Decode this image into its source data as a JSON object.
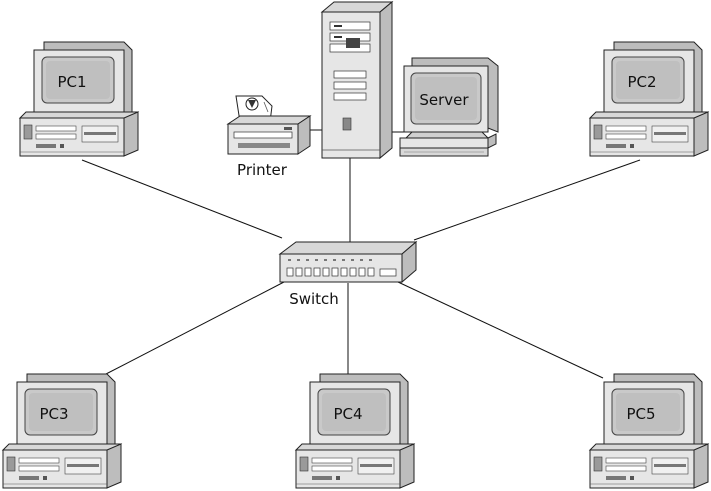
{
  "diagram": {
    "nodes": {
      "pc1": {
        "label": "PC1",
        "kind": "desktop-computer"
      },
      "pc2": {
        "label": "PC2",
        "kind": "desktop-computer"
      },
      "pc3": {
        "label": "PC3",
        "kind": "desktop-computer"
      },
      "pc4": {
        "label": "PC4",
        "kind": "desktop-computer"
      },
      "pc5": {
        "label": "PC5",
        "kind": "desktop-computer"
      },
      "server": {
        "label": "Server",
        "kind": "tower-server-with-monitor"
      },
      "printer": {
        "label": "Printer",
        "kind": "laser-printer"
      },
      "switch": {
        "label": "Switch",
        "kind": "network-switch"
      }
    },
    "links": [
      {
        "from": "pc1",
        "to": "switch"
      },
      {
        "from": "pc2",
        "to": "switch"
      },
      {
        "from": "pc3",
        "to": "switch"
      },
      {
        "from": "pc4",
        "to": "switch"
      },
      {
        "from": "pc5",
        "to": "switch"
      },
      {
        "from": "server",
        "to": "switch"
      },
      {
        "from": "printer",
        "to": "server"
      }
    ],
    "colors": {
      "line": "#111111",
      "body_light": "#e6e6e6",
      "body_mid": "#bdbdbd",
      "screen": "#c9c9c9",
      "outline": "#222222"
    }
  }
}
